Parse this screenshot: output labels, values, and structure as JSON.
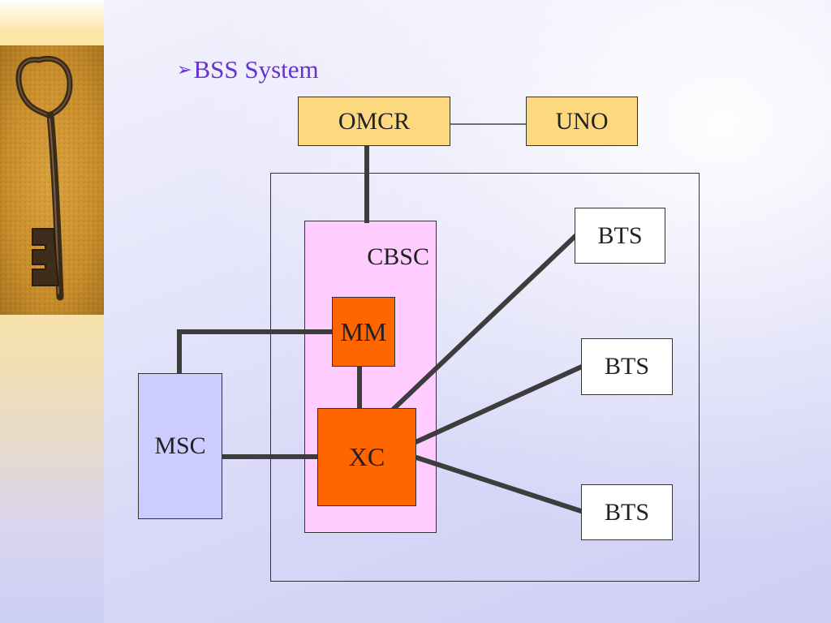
{
  "heading": {
    "bullet": "➢",
    "title": "BSS System"
  },
  "nodes": {
    "omcr": "OMCR",
    "uno": "UNO",
    "cbsc": "CBSC",
    "mm": "MM",
    "xc": "XC",
    "msc": "MSC",
    "bts": [
      "BTS",
      "BTS",
      "BTS"
    ]
  },
  "colors": {
    "heading": "#6633cc",
    "omcr_uno_fill": "#fcd97f",
    "cbsc_fill": "#ffccff",
    "mm_xc_fill": "#ff6600",
    "msc_fill": "#ccccff",
    "bts_fill": "#ffffff",
    "link": "#3d3d3d"
  },
  "decorative_image": "old-iron-key-icon"
}
